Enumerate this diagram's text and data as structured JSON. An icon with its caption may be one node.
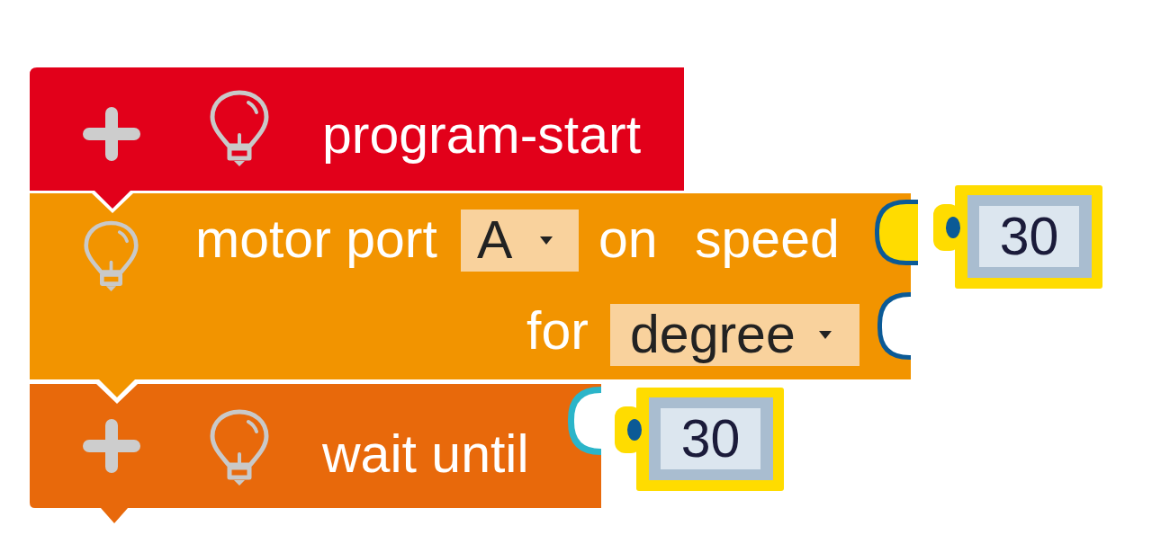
{
  "diagram": {
    "nodes": [
      {
        "text": [
          "program-start"
        ]
      },
      {
        "text": [
          "motor port",
          "on",
          "speed",
          "for"
        ]
      },
      {
        "text": [
          "A"
        ],
        "in": 1
      },
      {
        "text": [
          "degree"
        ],
        "in": 1
      },
      {
        "text": [
          "30"
        ]
      },
      {
        "text": [
          "wait until"
        ]
      },
      {
        "text": [
          "30"
        ]
      }
    ]
  }
}
